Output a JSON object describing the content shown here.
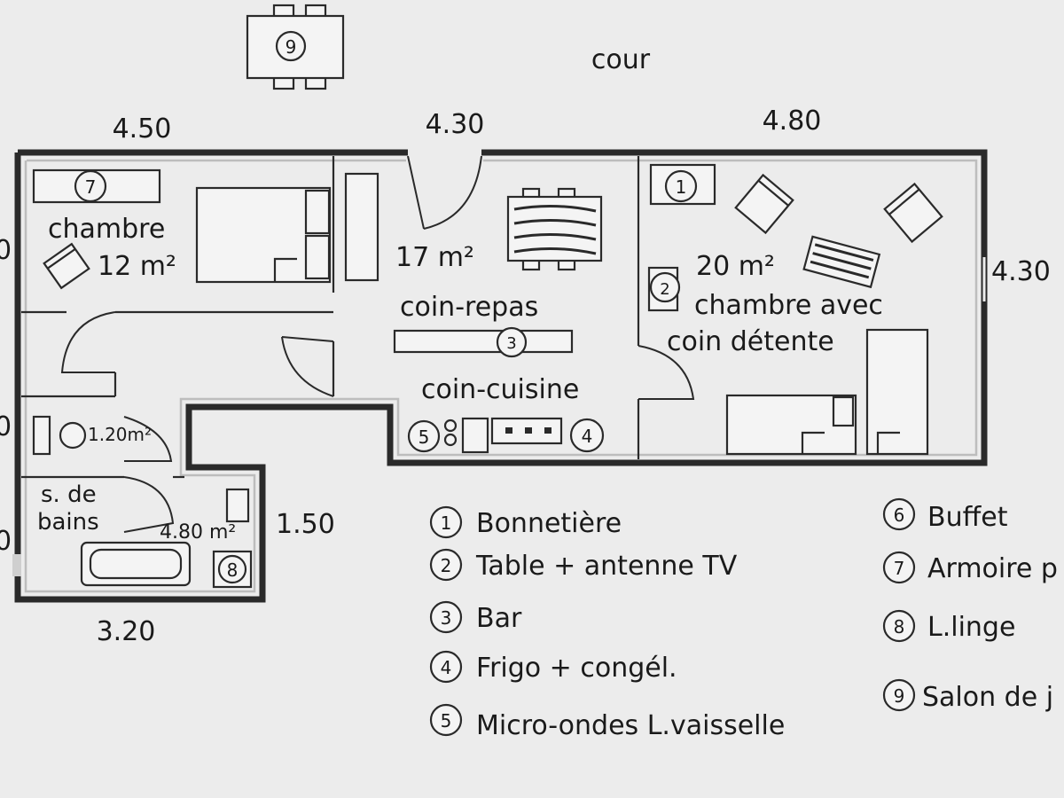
{
  "labels": {
    "courtyard": "cour",
    "dim_top_left": "4.50",
    "dim_top_middle": "4.30",
    "dim_top_right": "4.80",
    "dim_right": "4.30",
    "dim_bath_right": "1.50",
    "dim_bottom": "3.20",
    "edge_frag_1": "0",
    "edge_frag_2": "0",
    "edge_frag_3": "0"
  },
  "rooms": {
    "bedroom_name": "chambre",
    "bedroom_area": "12 m²",
    "kitchen_area": "17 m²",
    "dining_corner": "coin-repas",
    "kitchen_corner": "coin-cuisine",
    "big_room_area": "20 m²",
    "big_room_line1": "chambre avec",
    "big_room_line2": "coin détente",
    "wc_area": "1.20m²",
    "bath_line1": "s. de",
    "bath_line2": "bains",
    "bath_area": "4.80 m²"
  },
  "markers": {
    "m1": "1",
    "m2": "2",
    "m3": "3",
    "m4": "4",
    "m5": "5",
    "m7": "7",
    "m8": "8",
    "m9": "9"
  },
  "legend": [
    {
      "num": "1",
      "text": "Bonnetière"
    },
    {
      "num": "2",
      "text": "Table + antenne TV"
    },
    {
      "num": "3",
      "text": "Bar"
    },
    {
      "num": "4",
      "text": "Frigo + congél."
    },
    {
      "num": "5",
      "text": "Micro-ondes L.vaisselle"
    },
    {
      "num": "6",
      "text": "Buffet"
    },
    {
      "num": "7",
      "text": "Armoire p"
    },
    {
      "num": "8",
      "text": "L.linge"
    },
    {
      "num": "9",
      "text": "Salon de j"
    }
  ]
}
